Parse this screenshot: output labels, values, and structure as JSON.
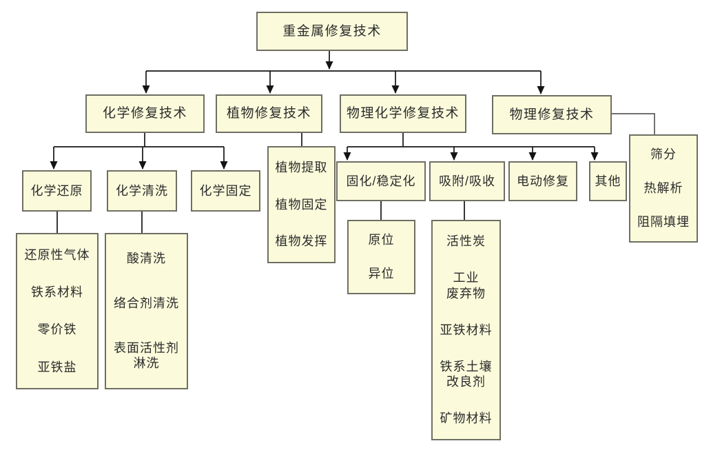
{
  "colors": {
    "canvas_bg": "#ffffff",
    "node_fill": "#fbfbdc",
    "node_border": "#6e6e62",
    "line": "#141414",
    "connector": "#5a5a5a",
    "text": "#2b2b2b"
  },
  "root": {
    "label": "重金属修复技术"
  },
  "level2": {
    "chemical": "化学修复技术",
    "phyto": "植物修复技术",
    "physchem": "物理化学修复技术",
    "physical": "物理修复技术"
  },
  "chemical_children": {
    "reduction": "化学还原",
    "washing": "化学清洗",
    "fixation": "化学固定"
  },
  "physchem_children": {
    "solidification": "固化/稳定化",
    "adsorption": "吸附/吸收",
    "electrokinetic": "电动修复",
    "other": "其他"
  },
  "lists": {
    "reduction": [
      "还原性气体",
      "铁系材料",
      "零价铁",
      "亚铁盐"
    ],
    "washing": [
      "酸清洗",
      "络合剂清洗",
      "表面活性剂\n淋洗"
    ],
    "phyto": [
      "植物提取",
      "植物固定",
      "植物发挥"
    ],
    "solidification": [
      "原位",
      "异位"
    ],
    "adsorption": [
      "活性炭",
      "工业\n废弃物",
      "亚铁材料",
      "铁系土壤\n改良剂",
      "矿物材料"
    ],
    "physical": [
      "筛分",
      "热解析",
      "阻隔填埋"
    ]
  }
}
